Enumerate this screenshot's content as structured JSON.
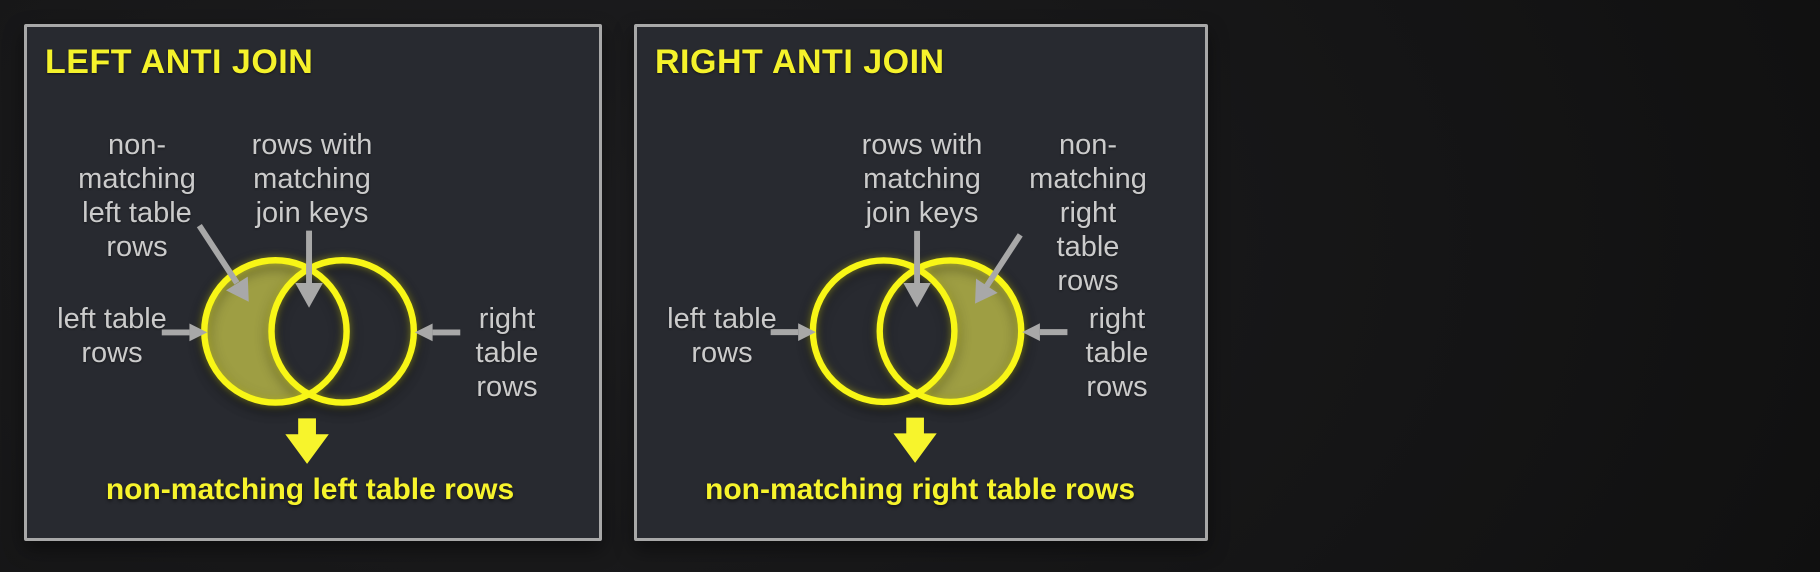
{
  "colors": {
    "page_bg": "#161617",
    "panel_bg": "#282a30",
    "panel_border": "#a8a8a8",
    "title_yellow": "#f5f22b",
    "venn_stroke": "#f8f616",
    "venn_fill": "#9e9e43",
    "label_gray": "#cbcbcb",
    "arrow_gray": "#a8a8a8",
    "result_yellow": "#f7f42c"
  },
  "panels": [
    {
      "title": "LEFT ANTI JOIN",
      "venn": {
        "shaded_region": "left-crescent",
        "outer_label": "non-\nmatching\nleft table\nrows",
        "intersection_label": "rows with\nmatching\njoin keys",
        "left_circle_label": "left table\nrows",
        "right_circle_label": "right table\nrows"
      },
      "result": "non-matching left table rows"
    },
    {
      "title": "RIGHT ANTI JOIN",
      "venn": {
        "shaded_region": "right-crescent",
        "outer_label": "non-\nmatching\nright table\nrows",
        "intersection_label": "rows with\nmatching\njoin keys",
        "left_circle_label": "left table\nrows",
        "right_circle_label": "right table\nrows"
      },
      "result": "non-matching right table rows"
    }
  ]
}
